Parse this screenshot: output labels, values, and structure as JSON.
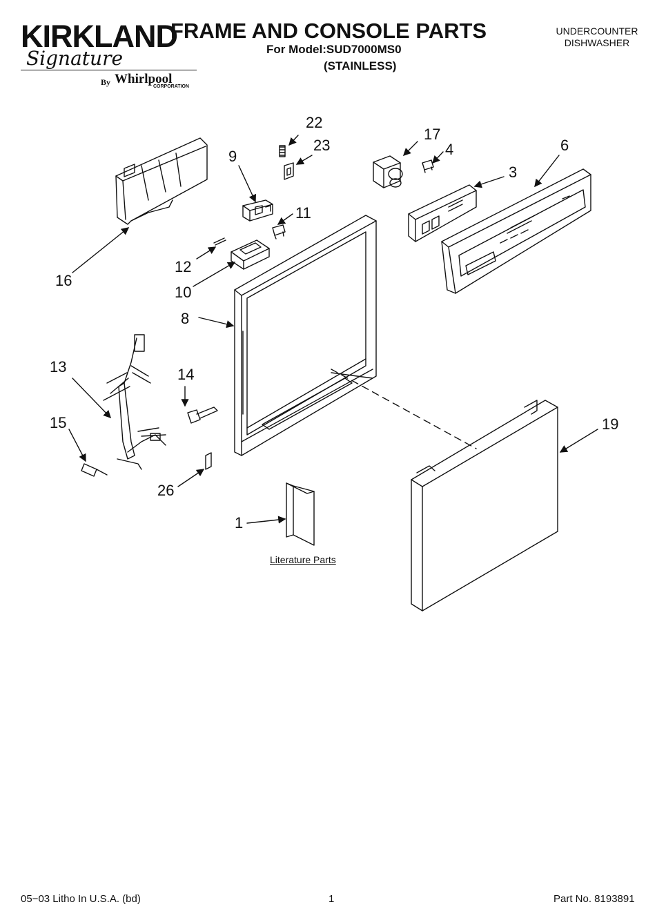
{
  "brand": {
    "name": "KIRKLAND",
    "signature": "Signature",
    "by": "By",
    "maker": "Whirlpool",
    "maker_sub": "CORPORATION"
  },
  "header": {
    "title": "FRAME AND CONSOLE PARTS",
    "model": "For Model:SUD7000MS0",
    "finish": "(STAINLESS)",
    "product_line1": "UNDERCOUNTER",
    "product_line2": "DISHWASHER"
  },
  "diagram": {
    "literature_label": "Literature Parts",
    "callouts": {
      "c22": "22",
      "c23": "23",
      "c17": "17",
      "c4": "4",
      "c6": "6",
      "c9": "9",
      "c3": "3",
      "c11": "11",
      "c12": "12",
      "c16": "16",
      "c10": "10",
      "c8": "8",
      "c13": "13",
      "c14": "14",
      "c15": "15",
      "c19": "19",
      "c26": "26",
      "c1": "1"
    }
  },
  "footer": {
    "left": "05−03 Litho In U.S.A. (bd)",
    "page": "1",
    "part_no": "Part No. 8193891"
  }
}
